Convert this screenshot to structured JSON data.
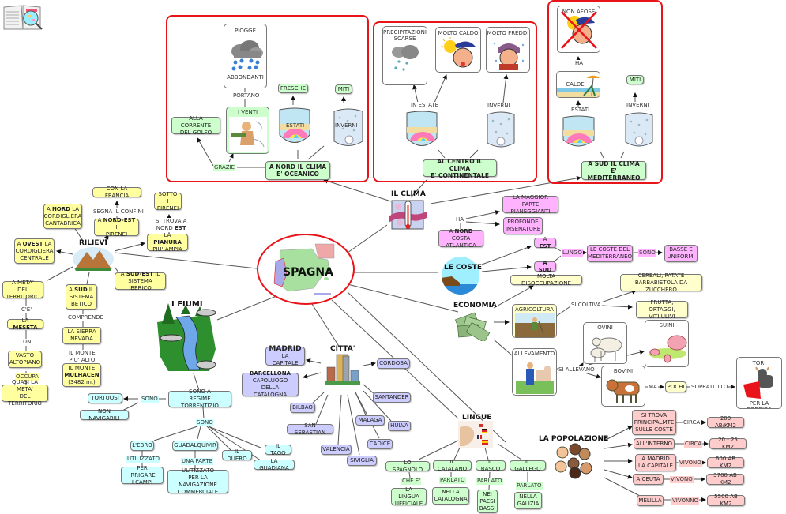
{
  "center": {
    "label": "SPAGNA"
  },
  "clima": {
    "title": "IL CLIMA",
    "nord": {
      "label": "A NORD IL CLIMA\nE' OCEANICO",
      "grazie": "GRAZIE",
      "corrente": "ALLA CORRENTE\nDEL GOLFO",
      "venti": "I VENTI",
      "portano": "PORTANO",
      "piogge_top": "PIOGGE",
      "piogge_bottom": "ABBONDANTI",
      "estati": "ESTATI",
      "fresche": "FRESCHE",
      "inverni": "INVERNI",
      "miti": "MITI"
    },
    "centro": {
      "label": "AL CENTRO IL CLIMA\nE' CONTINENTALE",
      "in_estate": "IN  ESTATE",
      "precipitazioni": "PRECIPITAZIONI\nSCARSE",
      "molto_caldo": "MOLTO CALDO",
      "inverni": "INVERNI",
      "molto_freddi": "MOLTO FREDDI"
    },
    "sud": {
      "label": "A SUD IL CLIMA\nE' MEDITERRANEO",
      "estati": "ESTATI",
      "calde": "CALDE",
      "ha": "HA",
      "non_afose": "NON AFOSE",
      "inverni": "INVERNI",
      "miti": "MITI"
    }
  },
  "rilievi": {
    "title": "RILIEVI",
    "nord_pre": "A ",
    "nord_bold": "NORD",
    "nord_post": " LA\nCORDIGLIERA\nCANTABRICA",
    "ovest_pre": "A ",
    "ovest_bold": "OVEST",
    "ovest_post": " LA\nCORDIGLIERA\nCENTRALE",
    "nordest_pre": "A ",
    "nordest_bold": "NORD-EST",
    "nordest_post": " I\nPIRENEI",
    "segna": "SEGNA IL CONFINI",
    "francia": "CON LA FRANCIA",
    "pianura_pre": "LA ",
    "pianura_bold": "PIANURA",
    "pianura_post": "\nPIU' AMPIA",
    "si_trova": "SI TROVA A\nNORD ",
    "si_trova_bold": "EST",
    "sotto": "SOTTO I\nPIRENEI",
    "sudest_pre": "A ",
    "sudest_bold": "SUD-EST",
    "sudest_post": " IL\nSISTEMA IBERICO",
    "meta": "A META'\nDEL TERRITORIO",
    "ce": "C'E'",
    "meseta_pre": "LA ",
    "meseta_bold": "MESETA",
    "un": "UN",
    "vasto": "VASTO\nALTOPIANO",
    "occupa": "OCCUPA",
    "quasi": "QUASI LA META'\nDEL TERRITORIO",
    "sud_pre": "A ",
    "sud_bold": "SUD",
    "sud_post": " IL\nSISTEMA\nBETICO",
    "comprende": "COMPRENDE",
    "sierra": "LA SIERRA\nNEVADA",
    "monte_alto": "IL MONTE\nPIU' ALTO",
    "mulhacen_pre": "IL MONTE",
    "mulhacen_bold": "MULHACEN",
    "mulhacen_post": "(3482 m.)"
  },
  "fiumi": {
    "title": "I FIUMI",
    "regime": "SONO A\nREGIME TORRENTIZIO",
    "sono_left": "SONO",
    "tortuosi": "TORTUOSI",
    "non_navigabili": "NON NAVIGABILI",
    "sono_bottom": "SONO",
    "ebro": "L'EBRO",
    "utilizzato": "UTILIZZATO",
    "irrigare": "PER IRRIGARE\nI CAMPI",
    "guadalquivir": "GUADALQUIVIR",
    "una_parte": "UNA PARTE",
    "navigazione": "ULITIZZATO\nPER LA NAVIGAZIONE\nCOMMERCIALE",
    "duero": "IL DUERO",
    "tago": "IL TAGO",
    "guadiana": "LA GUADIANA"
  },
  "citta": {
    "title": "CITTA'",
    "madrid_bold": "MADRID",
    "madrid_sub": "LA CAPITALE",
    "barcellona_bold": "BARCELLONA",
    "barcellona_sub": "CAPOLUOGO\nDELLA CATALOGNA",
    "items": [
      "CORDOBA",
      "SANTANDER",
      "HULVA",
      "MALAGA",
      "CADICE",
      "SIVIGLIA",
      "VALENCIA",
      "SAN SEBASTIAN",
      "BILBAO"
    ]
  },
  "lingue": {
    "title": "LINGUE",
    "spagnolo": "LO SPAGNOLO",
    "che_e": "CHE E'",
    "ufficiale": "LA LINGUA\nUFFICIALE",
    "catalano": "IL CATALANO",
    "parlato1": "PARLATO",
    "catalogna": "NELLA\nCATALOGNA",
    "basco": "IL BASCO",
    "parlato2": "PARLATO",
    "paesi_baschi": "NEI\nPAESI\nBASSI",
    "gallego": "IL GALLEGO",
    "parlato3": "PARLATO",
    "galizia": "NELLA\nGALIZIA"
  },
  "coste": {
    "title": "LE COSTE",
    "nord_pre": "A ",
    "nord_bold": "NORD",
    "nord_post": " COSTA\nATLANTICA",
    "ha": "HA",
    "maggior": "LA MAGGIOR PARTE\nPIANEGGIANTI",
    "profonde": "PROFONDE\nINSENATURE",
    "est_pre": "A ",
    "est_bold": "EST",
    "sud_bold": "A SUD",
    "lungo": "LUNGO",
    "mediterraneo": "LE COSTE DEL\nMEDITERRANEO",
    "sono": "SONO",
    "basse": "BASSE E\nUNIFORMI"
  },
  "economia": {
    "title": "ECONOMIA",
    "disoccupazione": "MOLTA DISOCCUPAZIONE",
    "agricoltura": "AGRICOLTURA",
    "si_coltiva": "SI COLTIVA",
    "cereali": "CEREALI, PATATE\nBARBABIETOLA DA ZUCCHERO",
    "frutta": "FRUTTA, ORTAGGI,\nVITI ULIVI",
    "allevamento": "ALLEVAMENTO",
    "si_allevano": "SI ALLEVANO",
    "ovini": "OVINI",
    "suini": "SUINI",
    "bovini": "BOVINI",
    "ma": "MA",
    "pochi": "POCHI",
    "soprattutto": "SOPRATUTTO",
    "tori_top": "TORI",
    "tori_bottom": "PER LA CORRIDA"
  },
  "popolazione": {
    "title": "LA POPOLAZIONE",
    "rows": [
      {
        "place": "SI TROVA\nPRINCIPALMTE\nSULLE COSTE",
        "verb": "CIRCA",
        "value": "200 AB/KM2"
      },
      {
        "place": "ALL'INTERNO",
        "verb": "CIRCA",
        "value": "20 - 25 KM2"
      },
      {
        "place": "A MADRID\nLA CAPITALE",
        "verb": "VIVONO",
        "value": "600 AB KM2"
      },
      {
        "place": "A CEUTA",
        "verb": "VIVONO",
        "value": "3700 AB KM2"
      },
      {
        "place": "MELILLA",
        "verb": "VIVONNO",
        "value": "5500 AB KM2"
      }
    ]
  },
  "colors": {
    "accent_red": "#e8141a",
    "yellow_node": "#ffff9f",
    "green_node": "#ccffcc",
    "cyan_node": "#ccffff",
    "violet_node": "#ccccff",
    "pink_node": "#ffb3ff",
    "rose_node": "#ffcccc"
  }
}
